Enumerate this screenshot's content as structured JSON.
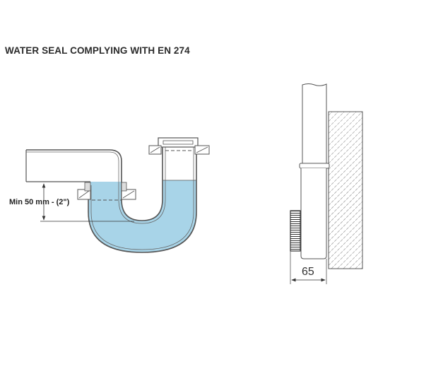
{
  "title": "WATER SEAL COMPLYING WITH EN 274",
  "trap_diagram": {
    "seal_label": "Min 50 mm - (2\")",
    "water_color": "#a8d4e8"
  },
  "side_view": {
    "depth_label": "65"
  }
}
